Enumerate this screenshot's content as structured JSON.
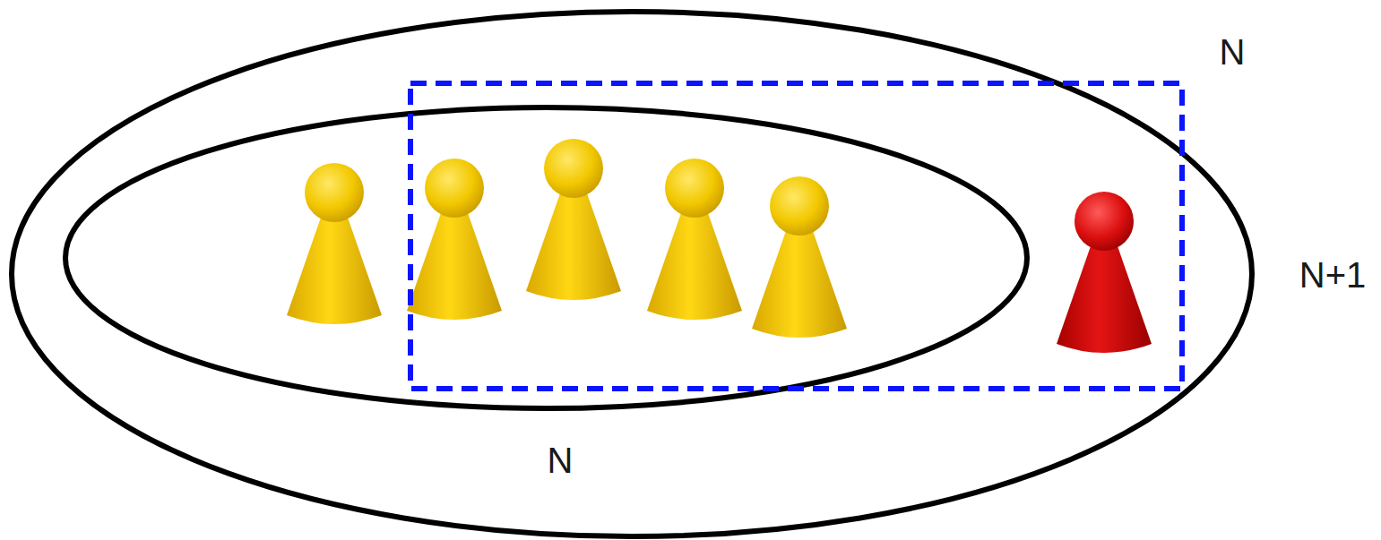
{
  "diagram": {
    "nodes": [
      {
        "text": [
          "N+1"
        ]
      },
      {
        "text": [
          "N"
        ],
        "in": 0
      },
      {
        "text": [
          "N"
        ],
        "in": 0
      }
    ]
  }
}
